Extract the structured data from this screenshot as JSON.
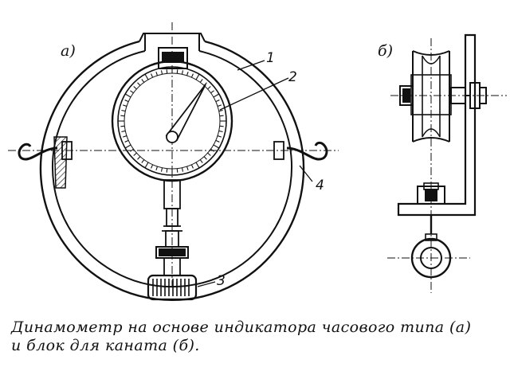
{
  "figure": {
    "panel_a_label": "а)",
    "panel_b_label": "б)",
    "callouts": [
      "1",
      "2",
      "3",
      "4"
    ]
  },
  "caption": {
    "line1": "Динамометр на основе индикатора часового типа (а)",
    "line2": "и блок для каната (б)."
  }
}
